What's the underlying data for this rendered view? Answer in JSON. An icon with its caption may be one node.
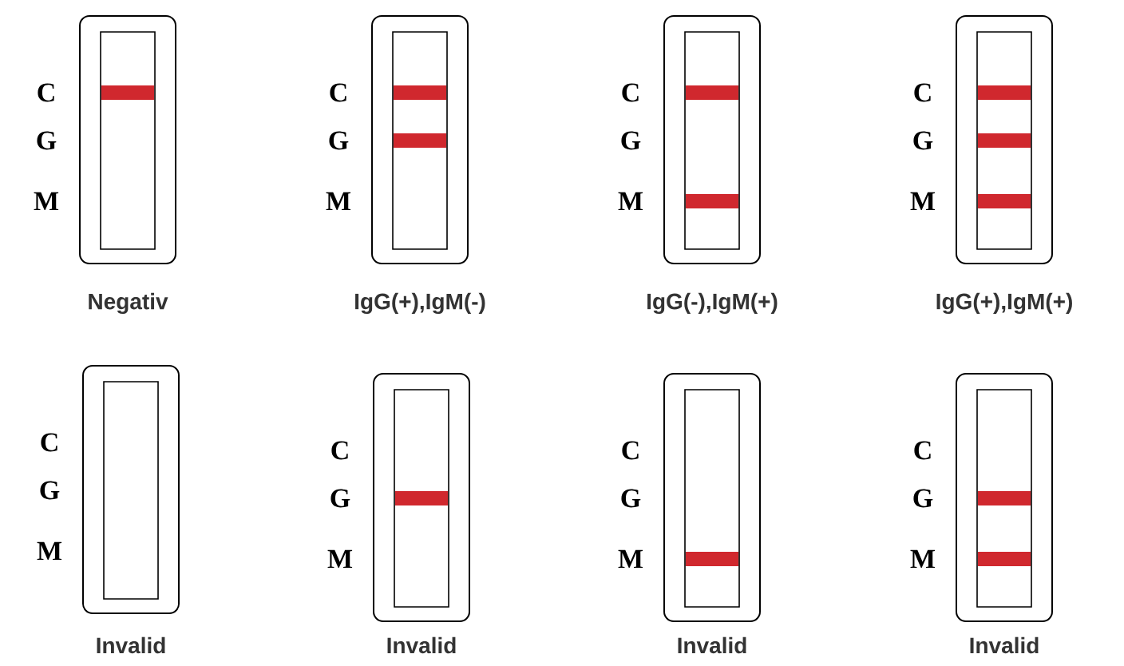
{
  "diagram": {
    "nodes": [
      {
        "text": [],
        "shape": "box",
        "beside": [
          "C",
          "G",
          "M",
          "Negativ"
        ]
      },
      {
        "text": [],
        "shape": "box",
        "in": 0
      },
      {
        "text": [],
        "shape": "bar",
        "in": 1
      },
      {
        "text": [],
        "shape": "box",
        "beside": [
          "C",
          "G",
          "M",
          "IgG(+),IgM(-)"
        ]
      },
      {
        "text": [],
        "shape": "box",
        "in": 3
      },
      {
        "text": [],
        "shape": "bar",
        "in": 4
      },
      {
        "text": [],
        "shape": "bar",
        "in": 4
      },
      {
        "text": [],
        "shape": "box",
        "beside": [
          "C",
          "G",
          "M",
          "IgG(-),IgM(+)"
        ]
      },
      {
        "text": [],
        "shape": "box",
        "in": 7
      },
      {
        "text": [],
        "shape": "bar",
        "in": 8
      },
      {
        "text": [],
        "shape": "bar",
        "in": 8
      },
      {
        "text": [],
        "shape": "box",
        "beside": [
          "C",
          "G",
          "M",
          "IgG(+),IgM(+)"
        ]
      },
      {
        "text": [],
        "shape": "box",
        "in": 11
      },
      {
        "text": [],
        "shape": "bar",
        "in": 12
      },
      {
        "text": [],
        "shape": "bar",
        "in": 12
      },
      {
        "text": [],
        "shape": "bar",
        "in": 12
      },
      {
        "text": [],
        "shape": "box",
        "beside": [
          "C",
          "G",
          "M",
          "Invalid"
        ]
      },
      {
        "text": [],
        "shape": "box",
        "in": 16
      },
      {
        "text": [],
        "shape": "box",
        "beside": [
          "C",
          "G",
          "M",
          "Invalid"
        ]
      },
      {
        "text": [],
        "shape": "box",
        "in": 18
      },
      {
        "text": [],
        "shape": "bar",
        "in": 19
      },
      {
        "text": [],
        "shape": "box",
        "beside": [
          "C",
          "G",
          "M",
          "Invalid"
        ]
      },
      {
        "text": [],
        "shape": "box",
        "in": 21
      },
      {
        "text": [],
        "shape": "bar",
        "in": 22
      },
      {
        "text": [],
        "shape": "box",
        "beside": [
          "C",
          "G",
          "M",
          "Invalid"
        ]
      },
      {
        "text": [],
        "shape": "box",
        "in": 24
      },
      {
        "text": [],
        "shape": "bar",
        "in": 25
      },
      {
        "text": [],
        "shape": "bar",
        "in": 25
      }
    ]
  }
}
